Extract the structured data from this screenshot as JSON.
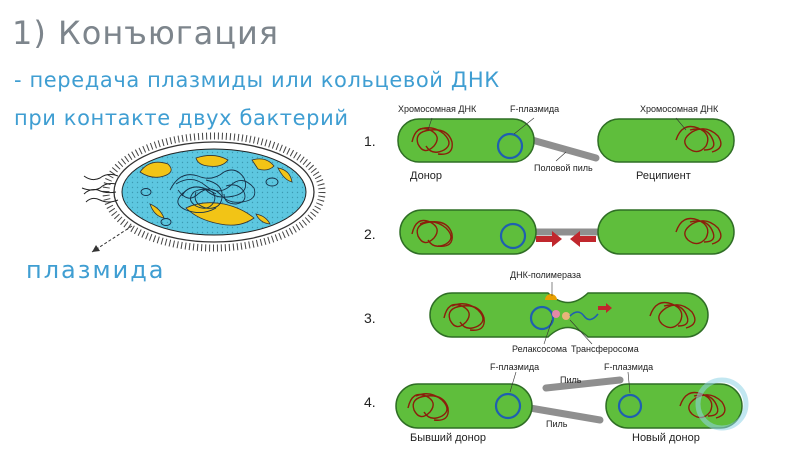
{
  "title": "1) Конъюгация",
  "subtitle_line1": "- передача плазмиды или кольцевой ДНК",
  "subtitle_line2": "при контакте двух бактерий",
  "plasmid_caption": "плазмида",
  "steps": [
    "1.",
    "2.",
    "3.",
    "4."
  ],
  "labels": {
    "chromosomal_dna": "Хромосомная ДНК",
    "f_plasmid": "F-плазмида",
    "donor": "Донор",
    "recipient": "Реципиент",
    "sex_pilus": "Половой пиль",
    "dna_polymerase": "ДНК-полимераза",
    "relaxosome": "Релаксосома",
    "transferosome": "Трансферосома",
    "pilus": "Пиль",
    "former_donor": "Бывший донор",
    "new_donor": "Новый донор"
  },
  "colors": {
    "title": "#7d858c",
    "accent": "#3f9ed2",
    "cell_fill": "#5fbe3c",
    "cell_stroke": "#2f6e25",
    "chromosome": "#8b1f0b",
    "plasmid": "#1f5fb0",
    "arrow": "#c0272d",
    "pilus": "#8f8f8f",
    "bacterium_fill": "#5dc7e0",
    "bacterium_granule": "#f2c416"
  }
}
